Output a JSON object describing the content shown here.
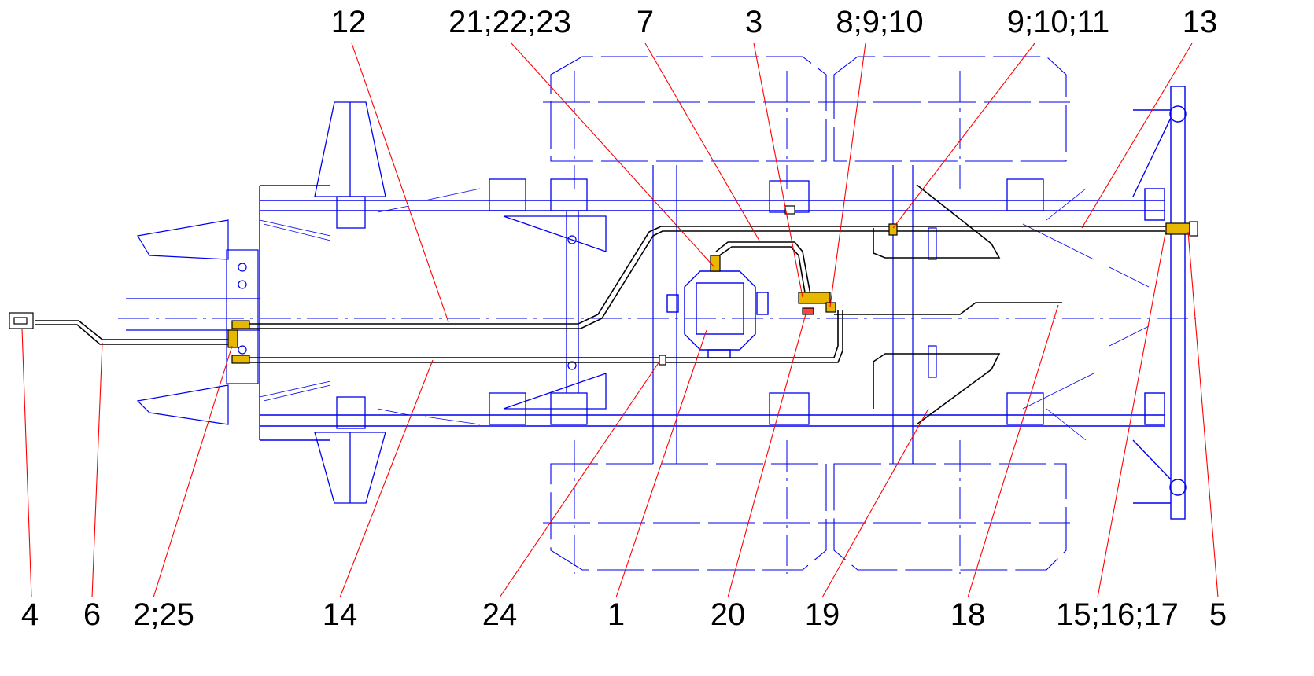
{
  "colors": {
    "background": "#ffffff",
    "frame": "#0000ee",
    "leader": "#ff0000",
    "pipe": "#000000",
    "fitting": "#e8b800"
  },
  "callouts_top": [
    "12",
    "21;22;23",
    "7",
    "3",
    "8;9;10",
    "9;10;11",
    "13"
  ],
  "callouts_bottom": [
    "4",
    "6",
    "2;25",
    "14",
    "24",
    "1",
    "20",
    "19",
    "18",
    "15;16;17",
    "5"
  ]
}
